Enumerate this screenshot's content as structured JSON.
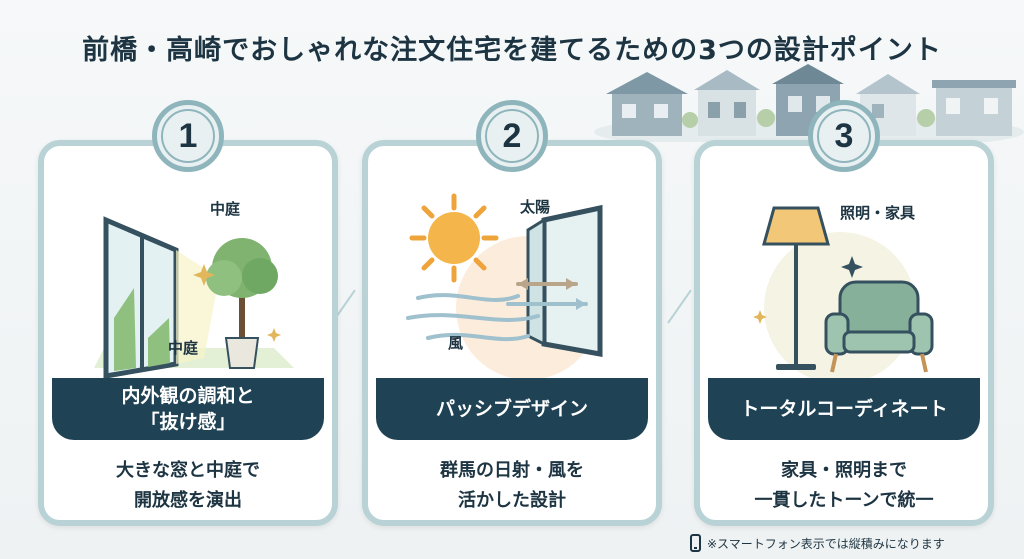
{
  "title": "前橋・高崎でおしゃれな注文住宅を建てるための3つの設計ポイント",
  "cards": [
    {
      "number": "1",
      "labels": [
        "中庭",
        "中庭"
      ],
      "band_lines": [
        "内外観の調和と",
        "「抜け感」"
      ],
      "desc_lines": [
        "大きな窓と中庭で",
        "開放感を演出"
      ],
      "icons": [
        "window-icon",
        "tree-icon",
        "sparkle-icon"
      ]
    },
    {
      "number": "2",
      "labels": [
        "太陽",
        "風"
      ],
      "band_lines": [
        "パッシブデザイン"
      ],
      "desc_lines": [
        "群馬の日射・風を",
        "活かした設計"
      ],
      "icons": [
        "sun-icon",
        "wind-icon",
        "open-window-icon"
      ]
    },
    {
      "number": "3",
      "labels": [
        "照明・家具"
      ],
      "band_lines": [
        "トータルコーディネート"
      ],
      "desc_lines": [
        "家具・照明まで",
        "一貫したトーンで統一"
      ],
      "icons": [
        "floor-lamp-icon",
        "armchair-icon",
        "sparkle-icon"
      ]
    }
  ],
  "note": "※スマートフォン表示では縦積みになります",
  "colors": {
    "navy": "#1f4355",
    "teal_border": "#b9d2d6",
    "badge_ring": "#8fb5bc",
    "text": "#1d3442"
  }
}
